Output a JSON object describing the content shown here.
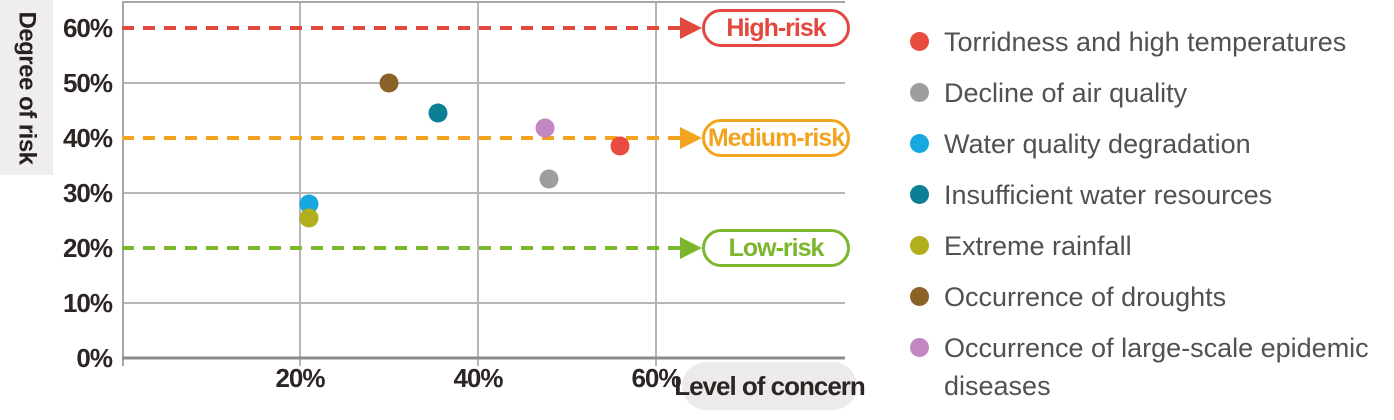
{
  "chart_data": {
    "type": "scatter",
    "xlabel": "Level of concern",
    "ylabel": "Degree of risk",
    "x_unit": "%",
    "y_unit": "%",
    "xlim": [
      0,
      82
    ],
    "ylim": [
      0,
      65
    ],
    "grid": true,
    "legend_position": "right",
    "x_ticks": [
      "20%",
      "40%",
      "60%"
    ],
    "x_tick_values": [
      20,
      40,
      60
    ],
    "y_ticks": [
      "60%",
      "50%",
      "40%",
      "30%",
      "20%",
      "10%",
      "0%"
    ],
    "y_tick_values": [
      60,
      50,
      40,
      30,
      20,
      10,
      0
    ],
    "series": [
      {
        "name": "Torridness and high temperatures",
        "color": "#e74c3f",
        "x": 56,
        "y": 38.5
      },
      {
        "name": "Decline of air quality",
        "color": "#9e9e9e",
        "x": 48,
        "y": 32.5
      },
      {
        "name": "Water quality degradation",
        "color": "#17a7e1",
        "x": 21,
        "y": 28
      },
      {
        "name": "Insufficient water resources",
        "color": "#0d7f95",
        "x": 35.5,
        "y": 44.5
      },
      {
        "name": "Extreme rainfall",
        "color": "#b2af1e",
        "x": 21,
        "y": 25.5
      },
      {
        "name": "Occurrence of droughts",
        "color": "#8a6228",
        "x": 30,
        "y": 50
      },
      {
        "name": "Occurrence of large-scale epidemic diseases",
        "color": "#c286c0",
        "x": 47.5,
        "y": 41.8
      }
    ],
    "reference_lines": [
      {
        "label": "High-risk",
        "y": 60,
        "color": "#e2493e",
        "style": "dashed"
      },
      {
        "label": "Medium-risk",
        "y": 40,
        "color": "#f2a41f",
        "style": "dashed"
      },
      {
        "label": "Low-risk",
        "y": 20,
        "color": "#7bb62c",
        "style": "dashed"
      }
    ]
  },
  "colors": {
    "grid": "#b6b6b6",
    "axis_line": "#9b9b9b",
    "axis_text": "#2d2424",
    "legend_text": "#515151",
    "label_background": "#efeded"
  }
}
